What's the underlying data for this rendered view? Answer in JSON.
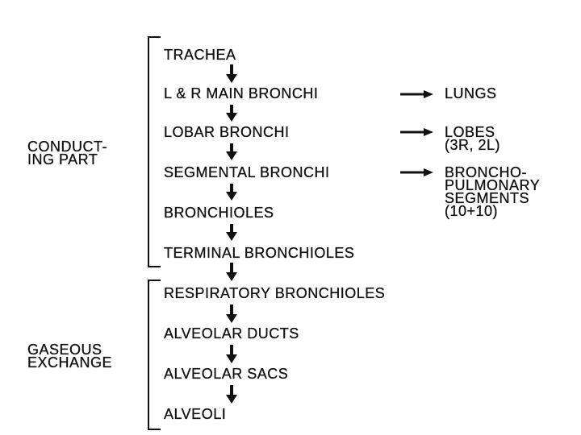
{
  "groups": {
    "conducting": [
      "CONDUCT-",
      "ING PART"
    ],
    "gaseous": [
      "GASEOUS",
      "EXCHANGE"
    ]
  },
  "chain": [
    "TRACHEA",
    "L & R MAIN BRONCHI",
    "LOBAR BRONCHI",
    "SEGMENTAL BRONCHI",
    "BRONCHIOLES",
    "TERMINAL BRONCHIOLES",
    "RESPIRATORY BRONCHIOLES",
    "ALVEOLAR DUCTS",
    "ALVEOLAR SACS",
    "ALVEOLI"
  ],
  "branches": {
    "main_bronchi": [
      "LUNGS"
    ],
    "lobar_bronchi": [
      "LOBES",
      "(3R, 2L)"
    ],
    "segmental_bronchi": [
      "BRONCHO-",
      "PULMONARY",
      "SEGMENTS",
      "(10+10)"
    ]
  },
  "colors": {
    "ink": "#111111",
    "background": "#ffffff"
  }
}
